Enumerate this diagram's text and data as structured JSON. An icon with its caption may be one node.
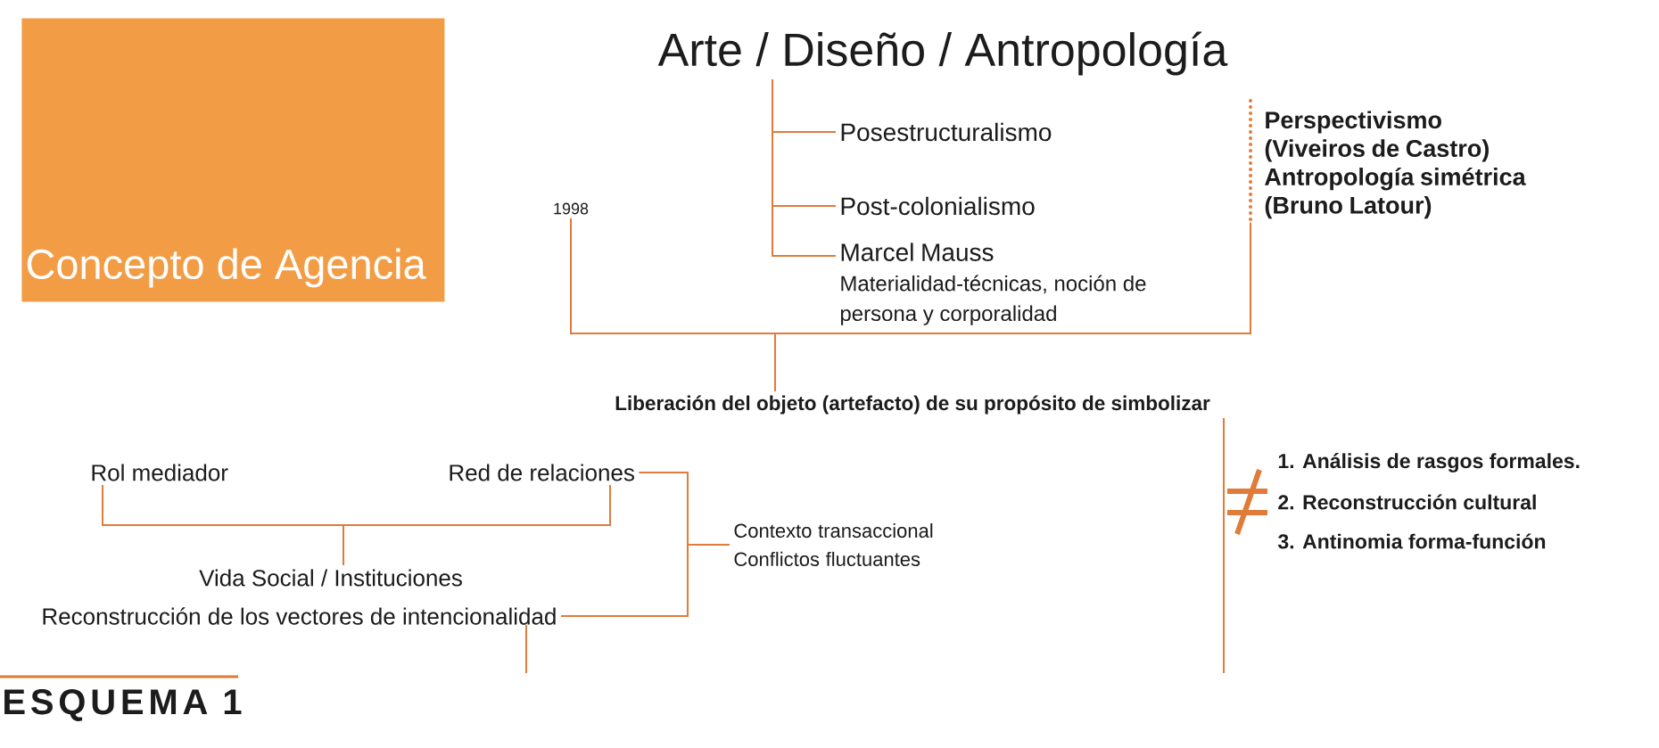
{
  "diagram": {
    "caption": "ESQUEMA 1",
    "nodes": [
      {
        "text": [
          "Concepto de Agencia"
        ]
      },
      {
        "text": [
          "Arte / Diseño / Antropología"
        ]
      },
      {
        "text": [
          "Posestructuralismo"
        ]
      },
      {
        "text": [
          "Post-colonialismo"
        ]
      },
      {
        "text": [
          "Marcel Mauss",
          "Materialidad-técnicas, noción de persona y corporalidad"
        ]
      },
      {
        "text": [
          "1998"
        ]
      },
      {
        "text": [
          "Perspectivismo (Viveiros de Castro)",
          "Antropología simétrica (Bruno Latour)"
        ]
      },
      {
        "text": [
          "Liberación del objeto (artefacto) de su propósito de simbolizar"
        ]
      },
      {
        "text": [
          "Rol mediador"
        ]
      },
      {
        "text": [
          "Red de relaciones"
        ]
      },
      {
        "text": [
          "Vida Social / Instituciones"
        ]
      },
      {
        "text": [
          "Reconstrucción de los vectores de intencionalidad"
        ]
      },
      {
        "text": [
          "Contexto transaccional Conflictos fluctuantes"
        ]
      }
    ],
    "edges": [
      {
        "from": 1,
        "to": 2,
        "arrow": "none"
      },
      {
        "from": 1,
        "to": 3,
        "arrow": "none"
      },
      {
        "from": 1,
        "to": 4,
        "arrow": "none"
      },
      {
        "from": 5,
        "to": 7,
        "arrow": "none"
      },
      {
        "from": 6,
        "to": 7,
        "arrow": "none"
      },
      {
        "from": 7,
        "to": null,
        "arrow": "none"
      },
      {
        "from": 8,
        "to": 10,
        "arrow": "none"
      },
      {
        "from": 9,
        "to": 10,
        "arrow": "none"
      },
      {
        "from": 9,
        "to": 12,
        "arrow": "none"
      },
      {
        "from": 11,
        "to": 12,
        "arrow": "none"
      },
      {
        "from": 11,
        "to": null,
        "arrow": "none"
      }
    ],
    "labels": [
      "1. Análisis de rasgos formales.",
      "2. Reconstrucción cultural",
      "3. Antinomia forma-función"
    ]
  }
}
